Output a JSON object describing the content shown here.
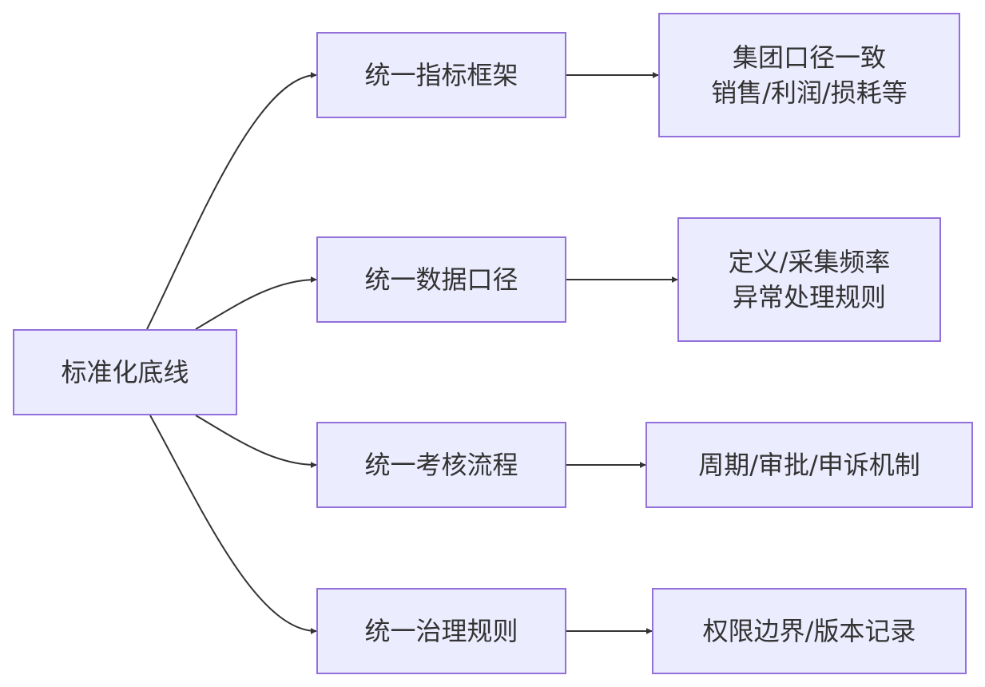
{
  "diagram": {
    "root": {
      "label": "标准化底线"
    },
    "branches": [
      {
        "label": "统一指标框架",
        "detail": [
          "集团口径一致",
          "销售/利润/损耗等"
        ]
      },
      {
        "label": "统一数据口径",
        "detail": [
          "定义/采集频率",
          "异常处理规则"
        ]
      },
      {
        "label": "统一考核流程",
        "detail": [
          "周期/审批/申诉机制"
        ]
      },
      {
        "label": "统一治理规则",
        "detail": [
          "权限边界/版本记录"
        ]
      }
    ],
    "colors": {
      "node_fill": "#ececff",
      "node_border": "#9370db",
      "edge": "#333333",
      "text": "#333333"
    }
  }
}
